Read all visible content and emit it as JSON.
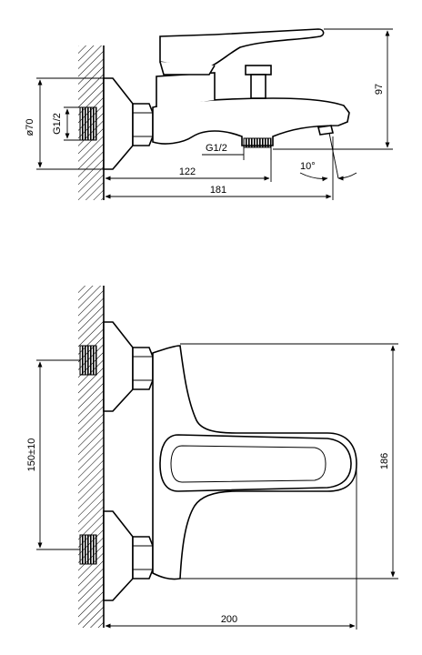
{
  "side_view": {
    "dim_diameter": "ø70",
    "dim_inlet_thread": "G1/2",
    "dim_outlet_thread": "G1/2",
    "dim_spout_length": "122",
    "dim_overall_depth": "181",
    "dim_height": "97",
    "dim_angle": "10°"
  },
  "front_view": {
    "dim_centers": "150±10",
    "dim_height": "186",
    "dim_width": "200"
  }
}
